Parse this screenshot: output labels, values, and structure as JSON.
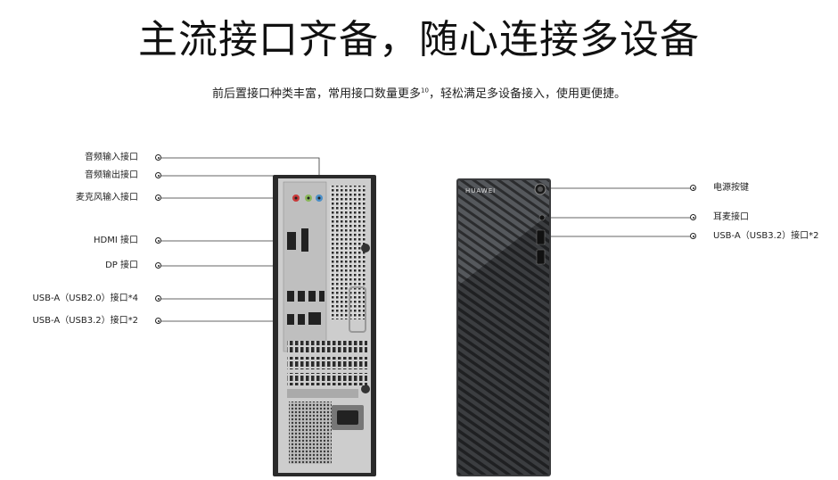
{
  "headline": "主流接口齐备，随心连接多设备",
  "subline": {
    "text_before": "前后置接口种类丰富，常用接口数量更多",
    "footnote": "10",
    "text_after": "，轻松满足多设备接入，使用更便捷。"
  },
  "rear_ports": [
    "音频输入接口",
    "音频输出接口",
    "麦克风输入接口",
    "HDMI 接口",
    "DP 接口",
    "USB-A（USB2.0）接口*4",
    "USB-A（USB3.2）接口*2"
  ],
  "front_ports": [
    "电源按键",
    "耳麦接口",
    "USB-A（USB3.2）接口*2"
  ],
  "brand": "HUAWEI"
}
